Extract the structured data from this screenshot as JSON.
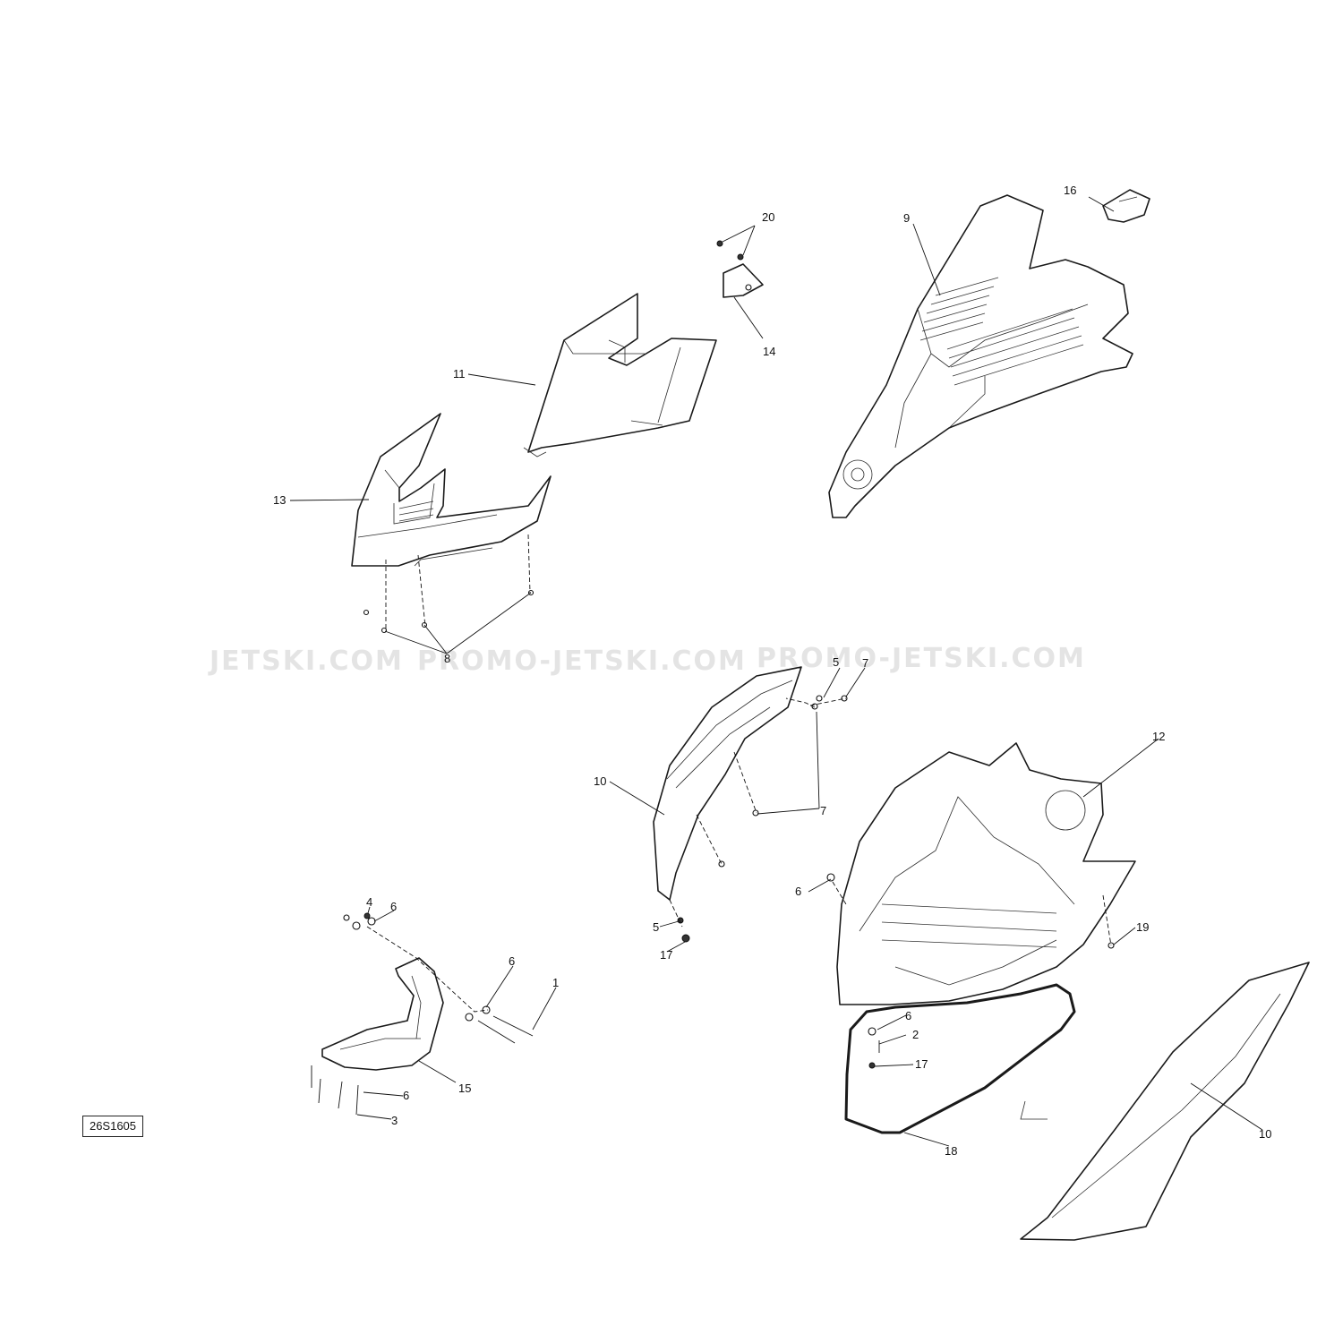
{
  "watermark": {
    "segments": [
      "JETSKI.COM",
      "PROMO-JETSKI.COM",
      "PROMO-JETSKI.COM"
    ]
  },
  "reference_code": "26S1605",
  "callouts": {
    "c1": "1",
    "c2": "2",
    "c3": "3",
    "c4": "4",
    "c5a": "5",
    "c5b": "5",
    "c6a": "6",
    "c6b": "6",
    "c6c": "6",
    "c6d": "6",
    "c6e": "6",
    "c7a": "7",
    "c7b": "7",
    "c8": "8",
    "c9": "9",
    "c10a": "10",
    "c10b": "10",
    "c11": "11",
    "c12": "12",
    "c13": "13",
    "c14": "14",
    "c15": "15",
    "c16": "16",
    "c17a": "17",
    "c17b": "17",
    "c18": "18",
    "c19": "19",
    "c20": "20"
  },
  "colors": {
    "line": "#1a1a1a",
    "background": "#ffffff",
    "watermark": "#e4e4e4"
  }
}
